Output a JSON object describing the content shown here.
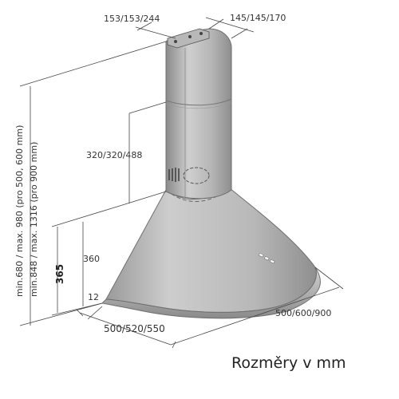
{
  "dimensions": {
    "top_chimney_width": "153/153/244",
    "top_chimney_depth": "145/145/170",
    "chimney_height": "320/320/488",
    "total_height_text_1": "min.680 / max. 980 (pro 500, 600 mm)",
    "total_height_text_2": "min.848 / max. 1316 (pro 900 mm)",
    "hood_height": "365",
    "cone_height": "360",
    "rim_height": "12",
    "width": "500/520/550",
    "depth": "500/600/900"
  },
  "caption": "Rozměry v mm",
  "colors": {
    "steel_light": "#c9c9c9",
    "steel_mid": "#a8a8a8",
    "steel_dark": "#7e7e7e",
    "line": "#444444"
  }
}
